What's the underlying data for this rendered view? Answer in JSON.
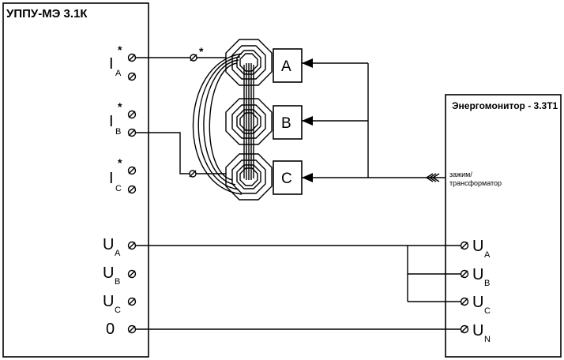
{
  "left_device": {
    "title": "УППУ-МЭ 3.1К",
    "current_inputs": [
      {
        "main": "I",
        "sub": "A",
        "mark": "*"
      },
      {
        "main": "I",
        "sub": "B",
        "mark": "*"
      },
      {
        "main": "I",
        "sub": "C",
        "mark": "*"
      }
    ],
    "voltage_inputs": [
      {
        "main": "U",
        "sub": "A"
      },
      {
        "main": "U",
        "sub": "B"
      },
      {
        "main": "U",
        "sub": "C"
      },
      {
        "main": "0",
        "sub": ""
      }
    ]
  },
  "wire_mark": "*",
  "phases": [
    "A",
    "B",
    "C"
  ],
  "right_device": {
    "title": "Энергомонитор - 3.3Т1",
    "clamp_label_line1": "зажим/",
    "clamp_label_line2": "трансформатор",
    "voltage_inputs": [
      {
        "main": "U",
        "sub": "A"
      },
      {
        "main": "U",
        "sub": "B"
      },
      {
        "main": "U",
        "sub": "C"
      },
      {
        "main": "U",
        "sub": "N"
      }
    ]
  }
}
